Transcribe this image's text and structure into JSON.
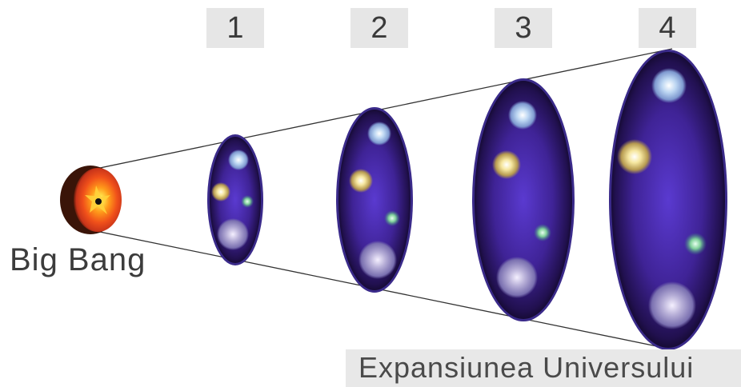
{
  "steps": [
    {
      "label": "1"
    },
    {
      "label": "2"
    },
    {
      "label": "3"
    },
    {
      "label": "4"
    }
  ],
  "origin_label": "Big Bang",
  "caption": "Expansiunea Universului",
  "colors": {
    "badge_bg": "#e6e6e6",
    "universe_fill": "#4a2aa0",
    "universe_edge": "#0a0418",
    "cone_line": "#333333",
    "big_bang_core": "#ff6a00"
  }
}
